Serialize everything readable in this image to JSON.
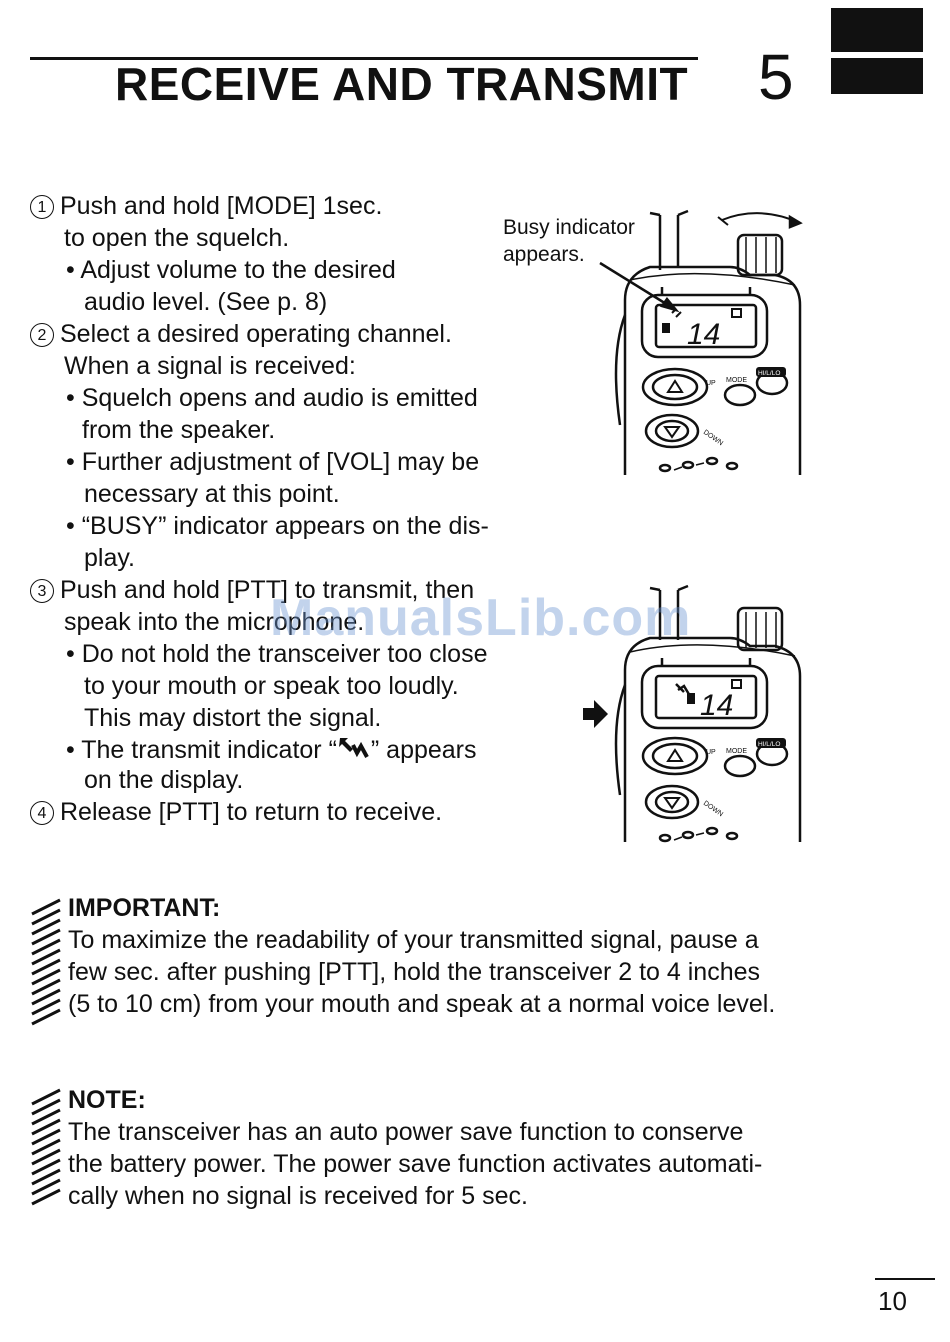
{
  "header": {
    "title": "RECEIVE AND TRANSMIT",
    "section_number": "5"
  },
  "steps": [
    {
      "number": "1",
      "lines": [
        "Push and hold [MODE] 1sec.",
        "to open the squelch."
      ],
      "bullets": [
        {
          "lines": [
            "Adjust volume to the desired",
            "audio level. (See p. 8)"
          ]
        }
      ]
    },
    {
      "number": "2",
      "lines": [
        "Select a desired operating channel.",
        "When a signal is received:"
      ],
      "bullets": [
        {
          "lines": [
            "Squelch opens and audio is emitted",
            "from the speaker."
          ]
        },
        {
          "lines": [
            "Further adjustment of [VOL] may be",
            "necessary at this point."
          ]
        },
        {
          "lines": [
            "“BUSY” indicator appears on the dis-",
            "play."
          ]
        }
      ]
    },
    {
      "number": "3",
      "lines": [
        "Push and hold [PTT] to transmit, then",
        "speak into the microphone."
      ],
      "bullets": [
        {
          "lines": [
            "Do not hold the transceiver too close",
            "to your mouth or speak too loudly.",
            "This may distort the signal."
          ]
        },
        {
          "lines": [
            "The transmit indicator “",
            "” appears",
            "on the display."
          ]
        }
      ]
    },
    {
      "number": "4",
      "lines": [
        "Release [PTT] to return to receive."
      ]
    }
  ],
  "figure_receive": {
    "caption_lines": [
      "Busy indicator",
      "appears."
    ],
    "channel": "14",
    "up_label": "UP",
    "mode_label": "MODE",
    "hilo_label": "HI/L/LO",
    "down_label": "DOWN"
  },
  "figure_transmit": {
    "channel": "14",
    "up_label": "UP",
    "mode_label": "MODE",
    "hilo_label": "HI/L/LO",
    "down_label": "DOWN"
  },
  "important": {
    "title": "IMPORTANT:",
    "lines": [
      "To maximize the readability of your transmitted signal, pause a",
      "few sec. after pushing [PTT], hold the transceiver 2 to 4 inches",
      "(5 to 10 cm) from your mouth and speak at a normal voice level."
    ]
  },
  "note": {
    "title": "NOTE:",
    "lines": [
      "The transceiver has an auto power save function to conserve",
      "the battery power. The power save function activates automati-",
      "cally when no signal is received for 5 sec."
    ]
  },
  "watermark": "ManualsLib.com",
  "page_number": "10"
}
